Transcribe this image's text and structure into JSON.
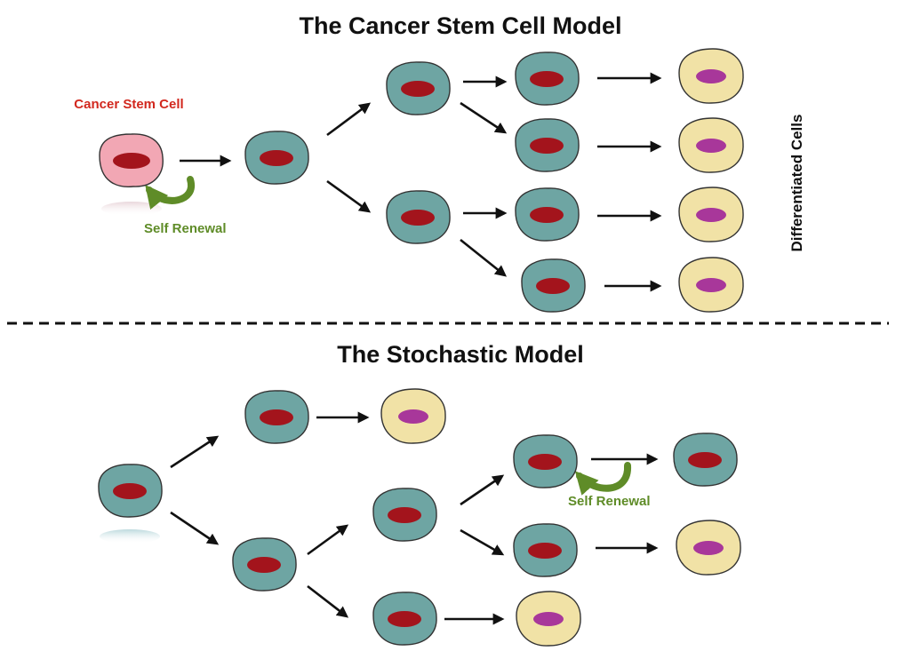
{
  "top": {
    "title": "The Cancer Stem Cell Model",
    "stem_cell_label": "Cancer Stem Cell",
    "self_renewal_label": "Self Renewal",
    "differentiated_label": "Differentiated Cells"
  },
  "bottom": {
    "title": "The Stochastic Model",
    "self_renewal_label": "Self Renewal"
  },
  "colors": {
    "progenitor_fill": "#6ea5a3",
    "stem_fill": "#f2a7b4",
    "differentiated_fill": "#f1e2a6",
    "nucleus_red": "#a3141c",
    "nucleus_purple": "#a8379a",
    "renewal_arrow": "#5f8c28",
    "stem_label": "#d2281e"
  }
}
